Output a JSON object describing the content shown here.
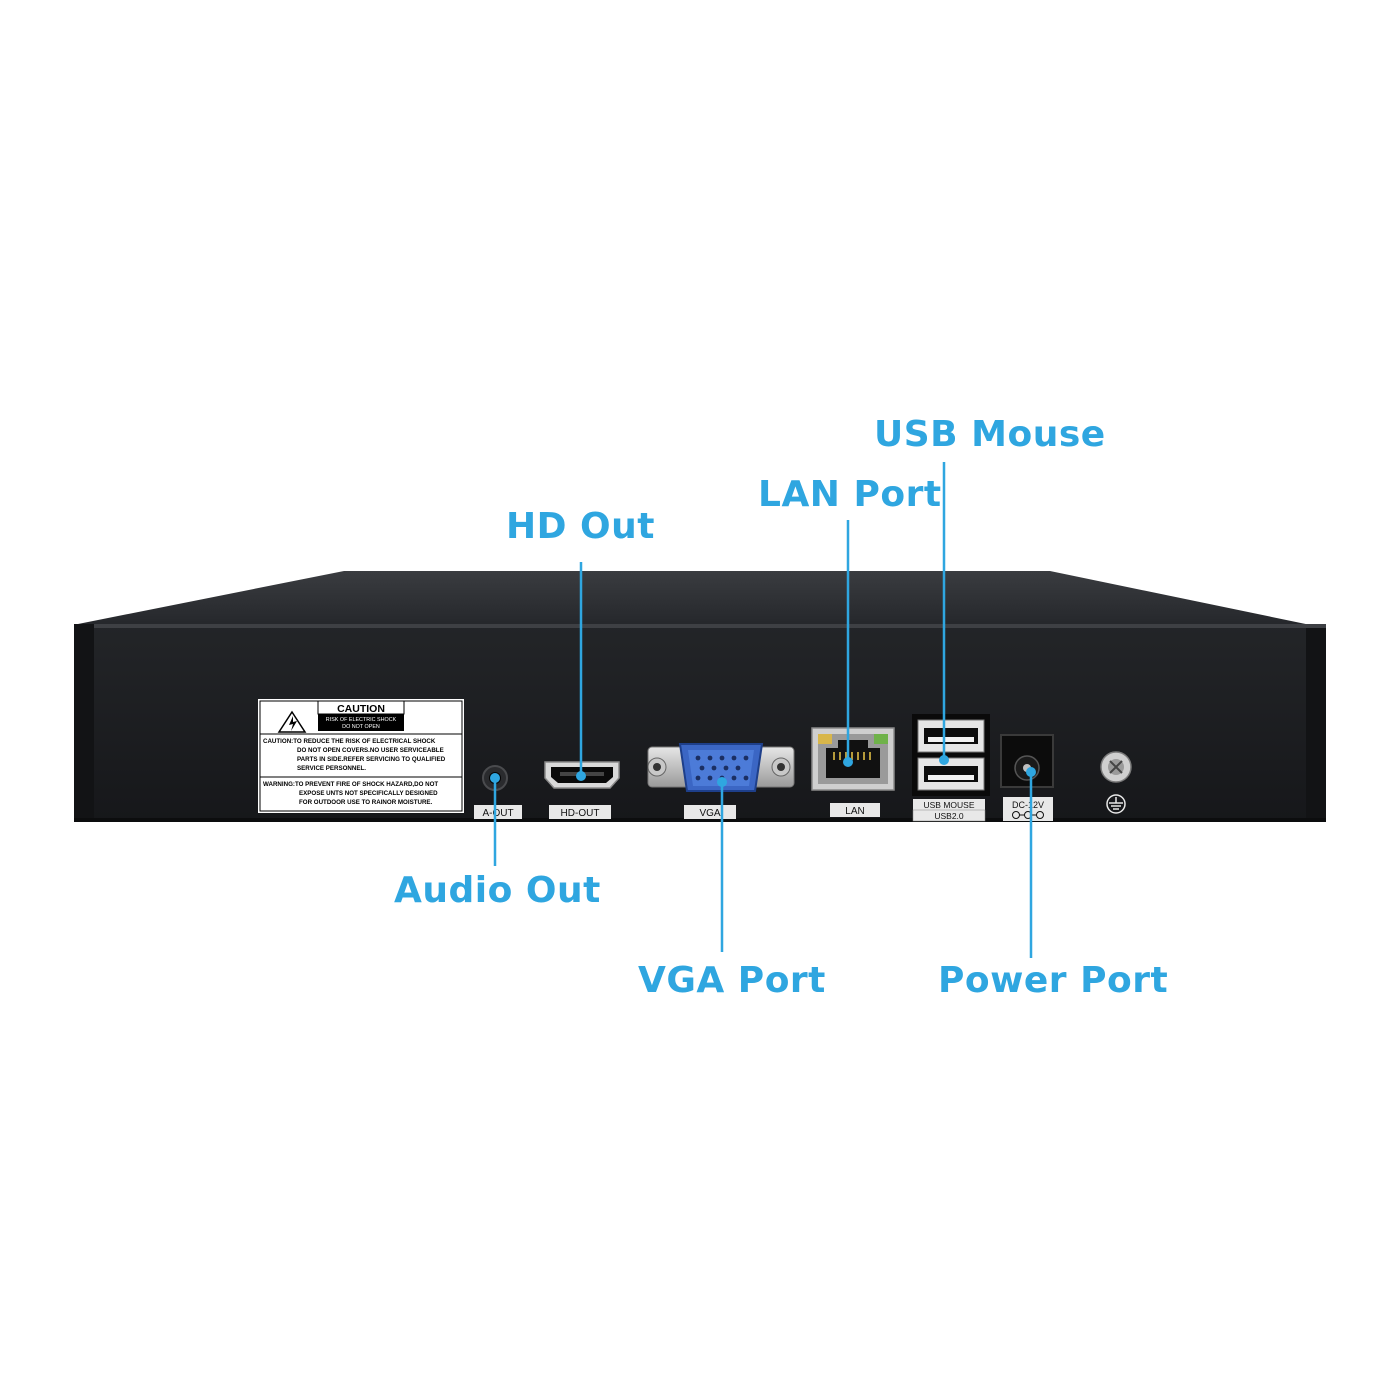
{
  "callouts": {
    "hd_out": "HD Out",
    "lan_port": "LAN Port",
    "usb_mouse": "USB Mouse",
    "audio_out": "Audio Out",
    "vga_port": "VGA Port",
    "power_port": "Power Port"
  },
  "panel_labels": {
    "a_out": "A-OUT",
    "hd_out": "HD-OUT",
    "vga": "VGA",
    "lan": "LAN",
    "usb_mouse": "USB MOUSE",
    "usb2": "USB2.0",
    "dc": "DC-12V"
  },
  "caution_label": {
    "title": "CAUTION",
    "risk_line1": "RISK OF ELECTRIC SHOCK",
    "risk_line2": "DO NOT OPEN",
    "caution_line1": "CAUTION:TO REDUCE THE RISK OF ELECTRICAL SHOCK",
    "caution_line2": "DO NOT OPEN COVERS.NO USER SERVICEABLE",
    "caution_line3": "PARTS IN SIDE.REFER SERVICING TO QUALIFIED",
    "caution_line4": "SERVICE PERSONNEL.",
    "warning_line1": "WARNING:TO PREVENT FIRE OF SHOCK HAZARD,DO NOT",
    "warning_line2": "EXPOSE UNTS NOT SPECIFICALLY DESIGNED",
    "warning_line3": "FOR OUTDOOR USE TO RAINOR MOISTURE."
  },
  "colors": {
    "accent": "#2fa6e0",
    "chassis": "#1b1d20",
    "top_lid": "#2c2e32",
    "vga_connector": "#3b66c4"
  },
  "icons": [
    "warning-triangle-icon",
    "ground-symbol-icon"
  ]
}
